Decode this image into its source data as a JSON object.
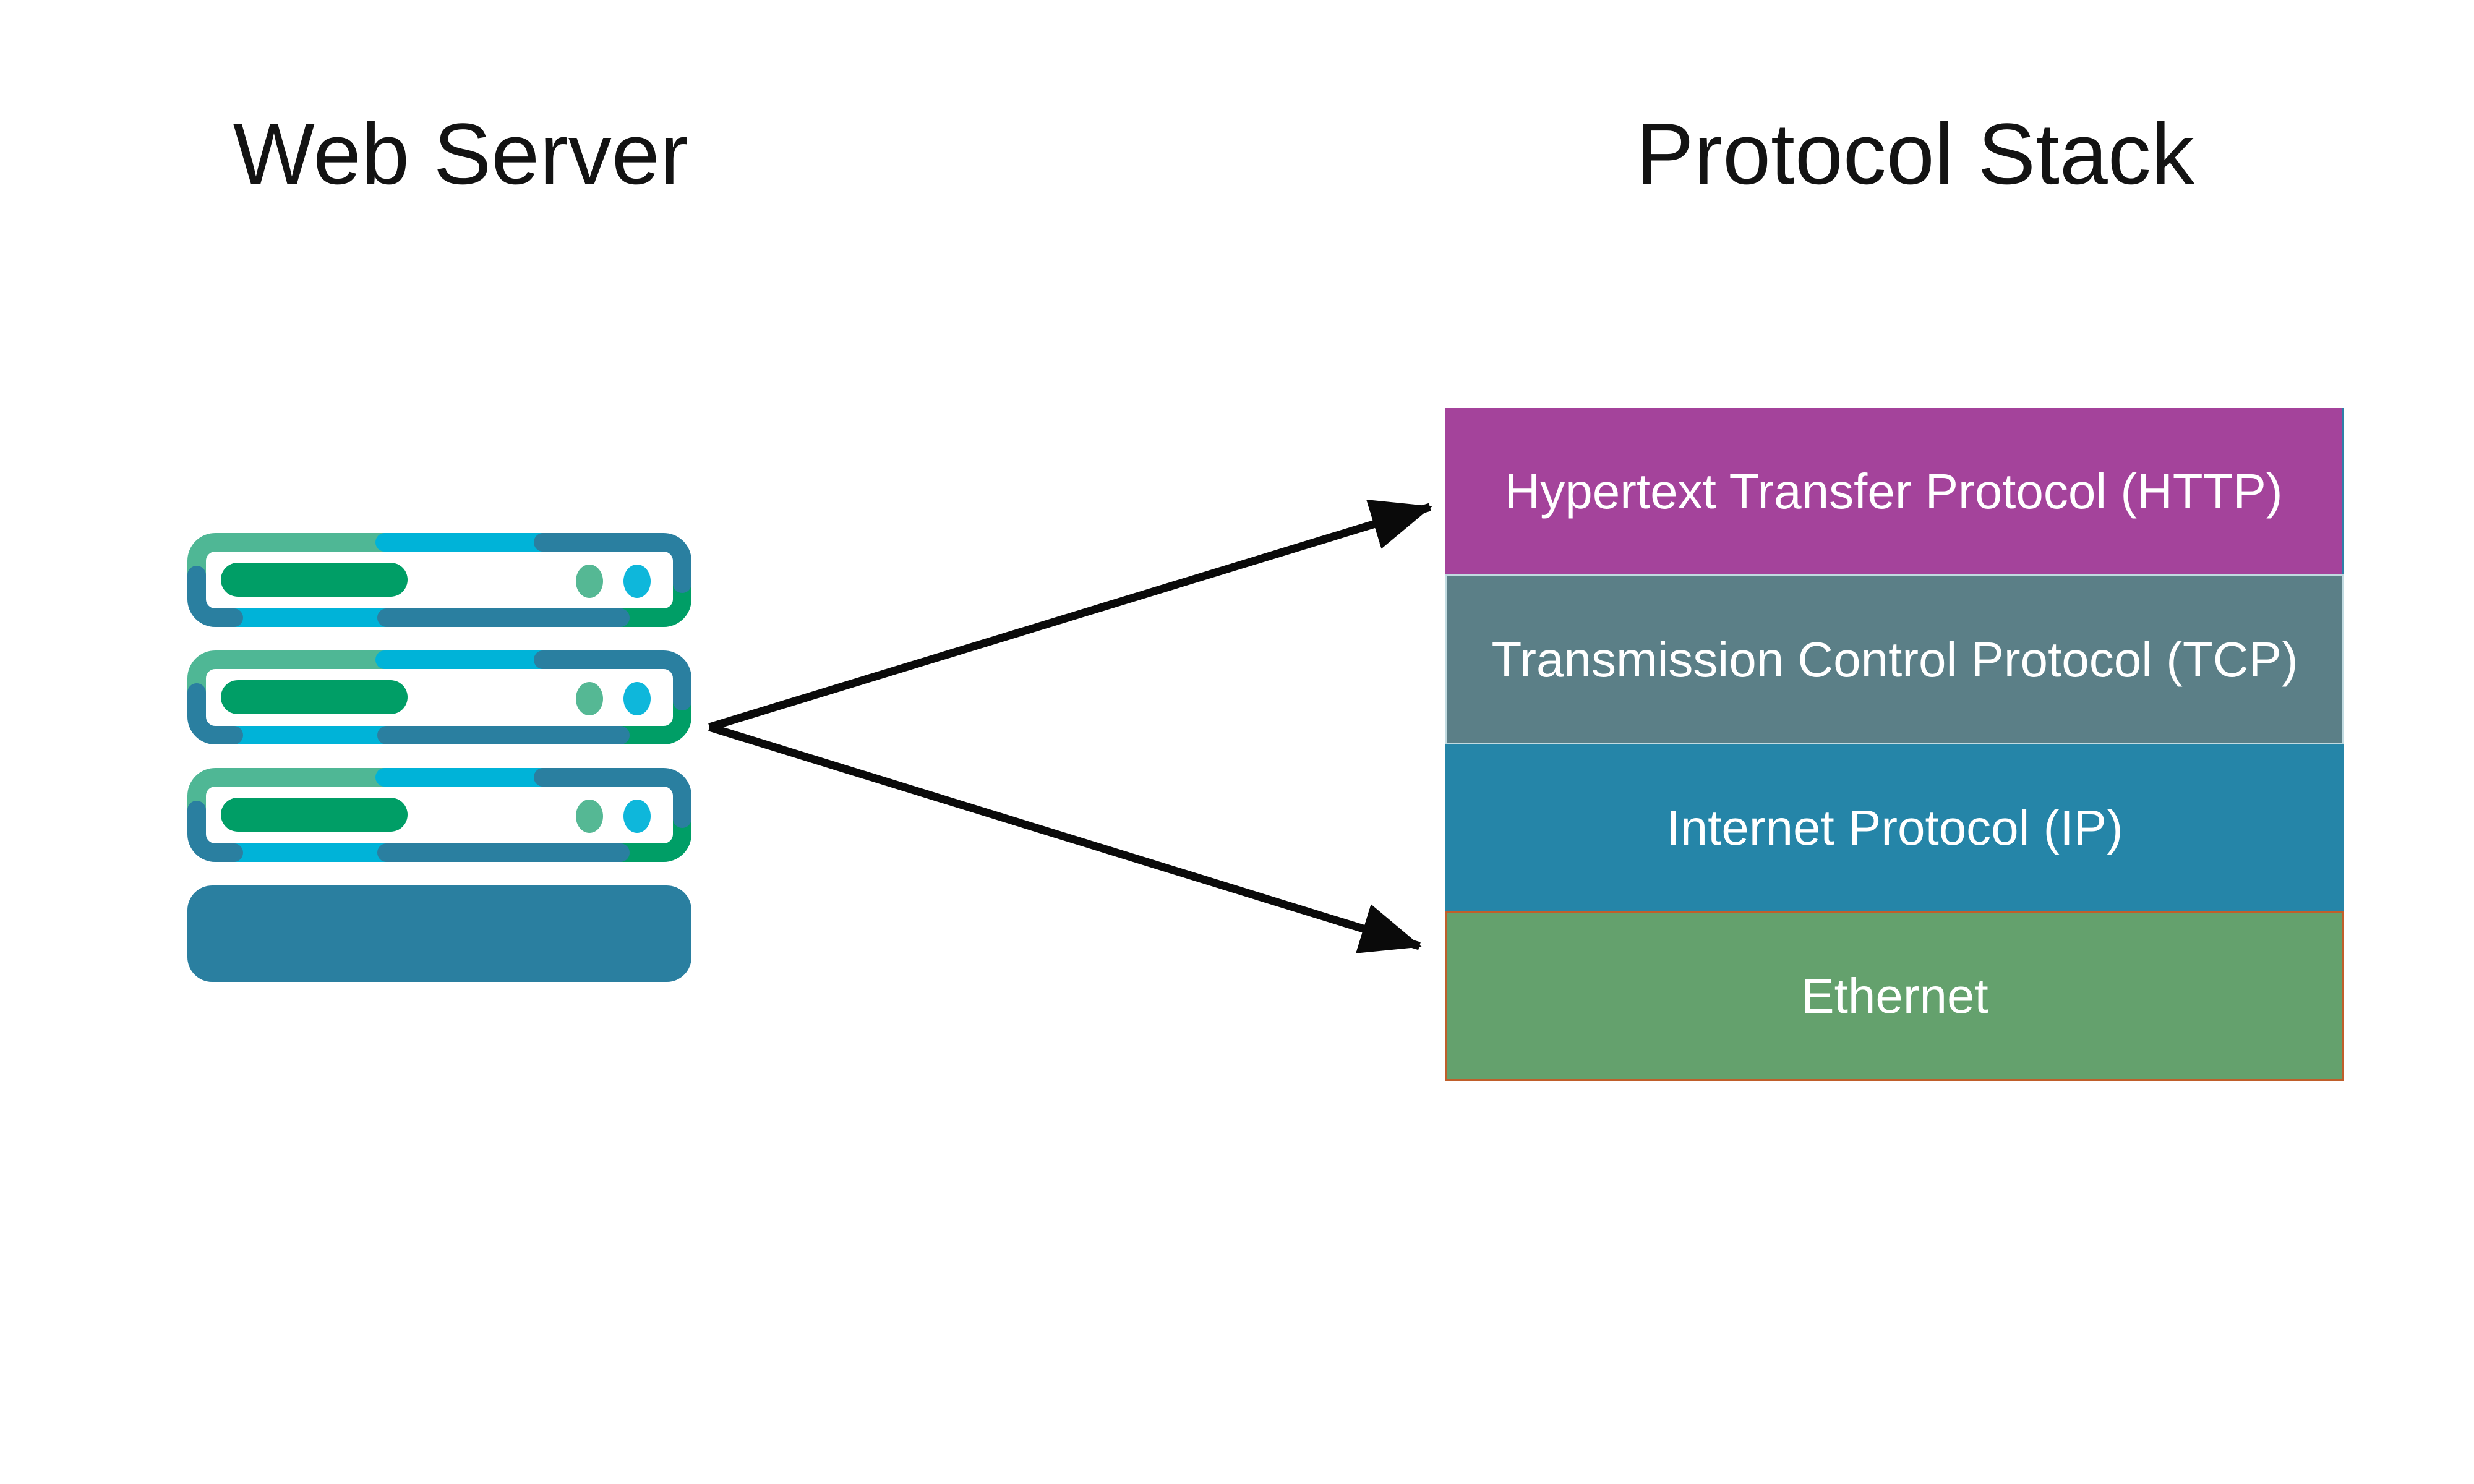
{
  "titles": {
    "web_server": "Web Server",
    "protocol_stack": "Protocol Stack"
  },
  "protocol_stack": {
    "text_color": "#FFFFFF",
    "layers": [
      {
        "label": "Hypertext Transfer Protocol (HTTP)",
        "color": "#A4439B",
        "border_color": "",
        "right_edge_color": "#2E80A8"
      },
      {
        "label": "Transmission Control Protocol (TCP)",
        "color": "#5B7F87",
        "border_color": "#C2DBE1",
        "right_edge_color": ""
      },
      {
        "label": "Internet Protocol (IP)",
        "color": "#2585A8",
        "border_color": "",
        "right_edge_color": ""
      },
      {
        "label": "Ethernet",
        "color": "#64A16D",
        "border_color": "#C05F2B",
        "right_edge_color": ""
      }
    ]
  },
  "server_icon": {
    "name": "server-rack-icon",
    "colors": {
      "teal": "#4FB795",
      "cyan": "#00B3D8",
      "blue": "#2A7FA0",
      "green": "#009E66",
      "dot_teal": "#55B894",
      "dot_cyan": "#0EB7DB",
      "panel": "#FFFFFF"
    }
  },
  "arrows": {
    "color": "#0A0A0A",
    "connections": [
      {
        "from": "web-server",
        "to": "Hypertext Transfer Protocol (HTTP)"
      },
      {
        "from": "web-server",
        "to": "Ethernet"
      }
    ]
  }
}
